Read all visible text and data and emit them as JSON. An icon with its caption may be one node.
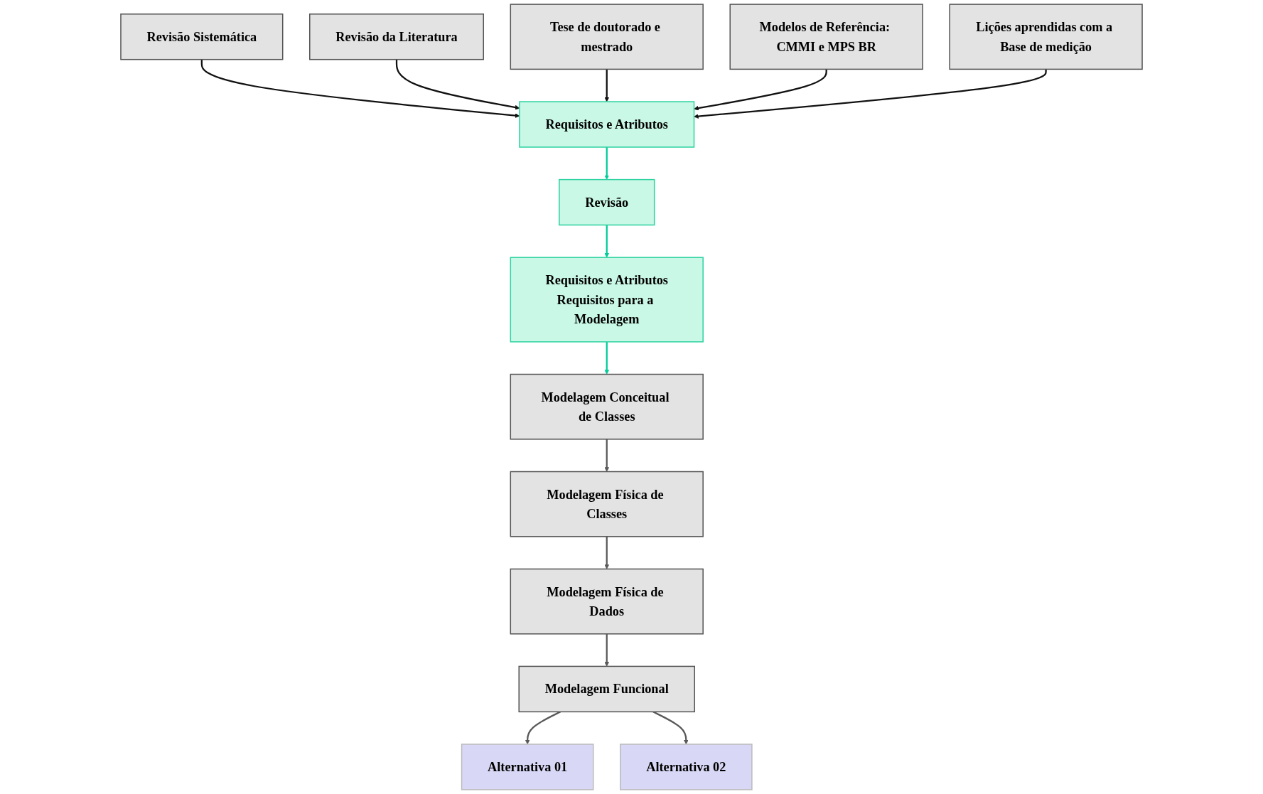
{
  "diagram": {
    "nodes": [
      {
        "text": [
          "Revisão Sistemática"
        ]
      },
      {
        "text": [
          "Revisão da Literatura"
        ]
      },
      {
        "text": [
          "Requisitos e Atributos"
        ]
      },
      {
        "text": [
          "Tese de doutorado e mestrado"
        ]
      },
      {
        "text": [
          "Modelos de Referência: CMMI e MPS BR"
        ]
      },
      {
        "text": [
          "Lições aprendidas com a Base de medição"
        ]
      },
      {
        "text": [
          "Revisão"
        ]
      },
      {
        "text": [
          "Requisitos e Atributos",
          "Requisitos para a Modelagem"
        ]
      },
      {
        "text": [
          "Modelagem Conceitual de Classes"
        ]
      },
      {
        "text": [
          "Modelagem Física de Classes"
        ]
      },
      {
        "text": [
          "Modelagem Física de Dados"
        ]
      },
      {
        "text": [
          "Modelagem Funcional"
        ]
      },
      {
        "text": [
          "Alternativa 01"
        ]
      },
      {
        "text": [
          "Alternativa 02"
        ]
      }
    ],
    "edges": [
      {
        "from": 0,
        "to": 2,
        "arrow": "to"
      },
      {
        "from": 1,
        "to": 2,
        "arrow": "to"
      },
      {
        "from": 3,
        "to": 2,
        "arrow": "to"
      },
      {
        "from": 4,
        "to": 2,
        "arrow": "to"
      },
      {
        "from": 5,
        "to": 2,
        "arrow": "to"
      },
      {
        "from": 2,
        "to": 6,
        "arrow": "to",
        "color": "#00cc99"
      },
      {
        "from": 6,
        "to": 7,
        "arrow": "to",
        "color": "#00cc99"
      },
      {
        "from": 7,
        "to": 8,
        "arrow": "to",
        "color": "#00cc99"
      },
      {
        "from": 8,
        "to": 9,
        "arrow": "to",
        "color": "#595959"
      },
      {
        "from": 9,
        "to": 10,
        "arrow": "to",
        "color": "#595959"
      },
      {
        "from": 10,
        "to": 11,
        "arrow": "to",
        "color": "#595959"
      },
      {
        "from": 11,
        "to": 12,
        "arrow": "to",
        "color": "#595959"
      },
      {
        "from": 11,
        "to": 13,
        "arrow": "to",
        "color": "#595959"
      }
    ]
  }
}
